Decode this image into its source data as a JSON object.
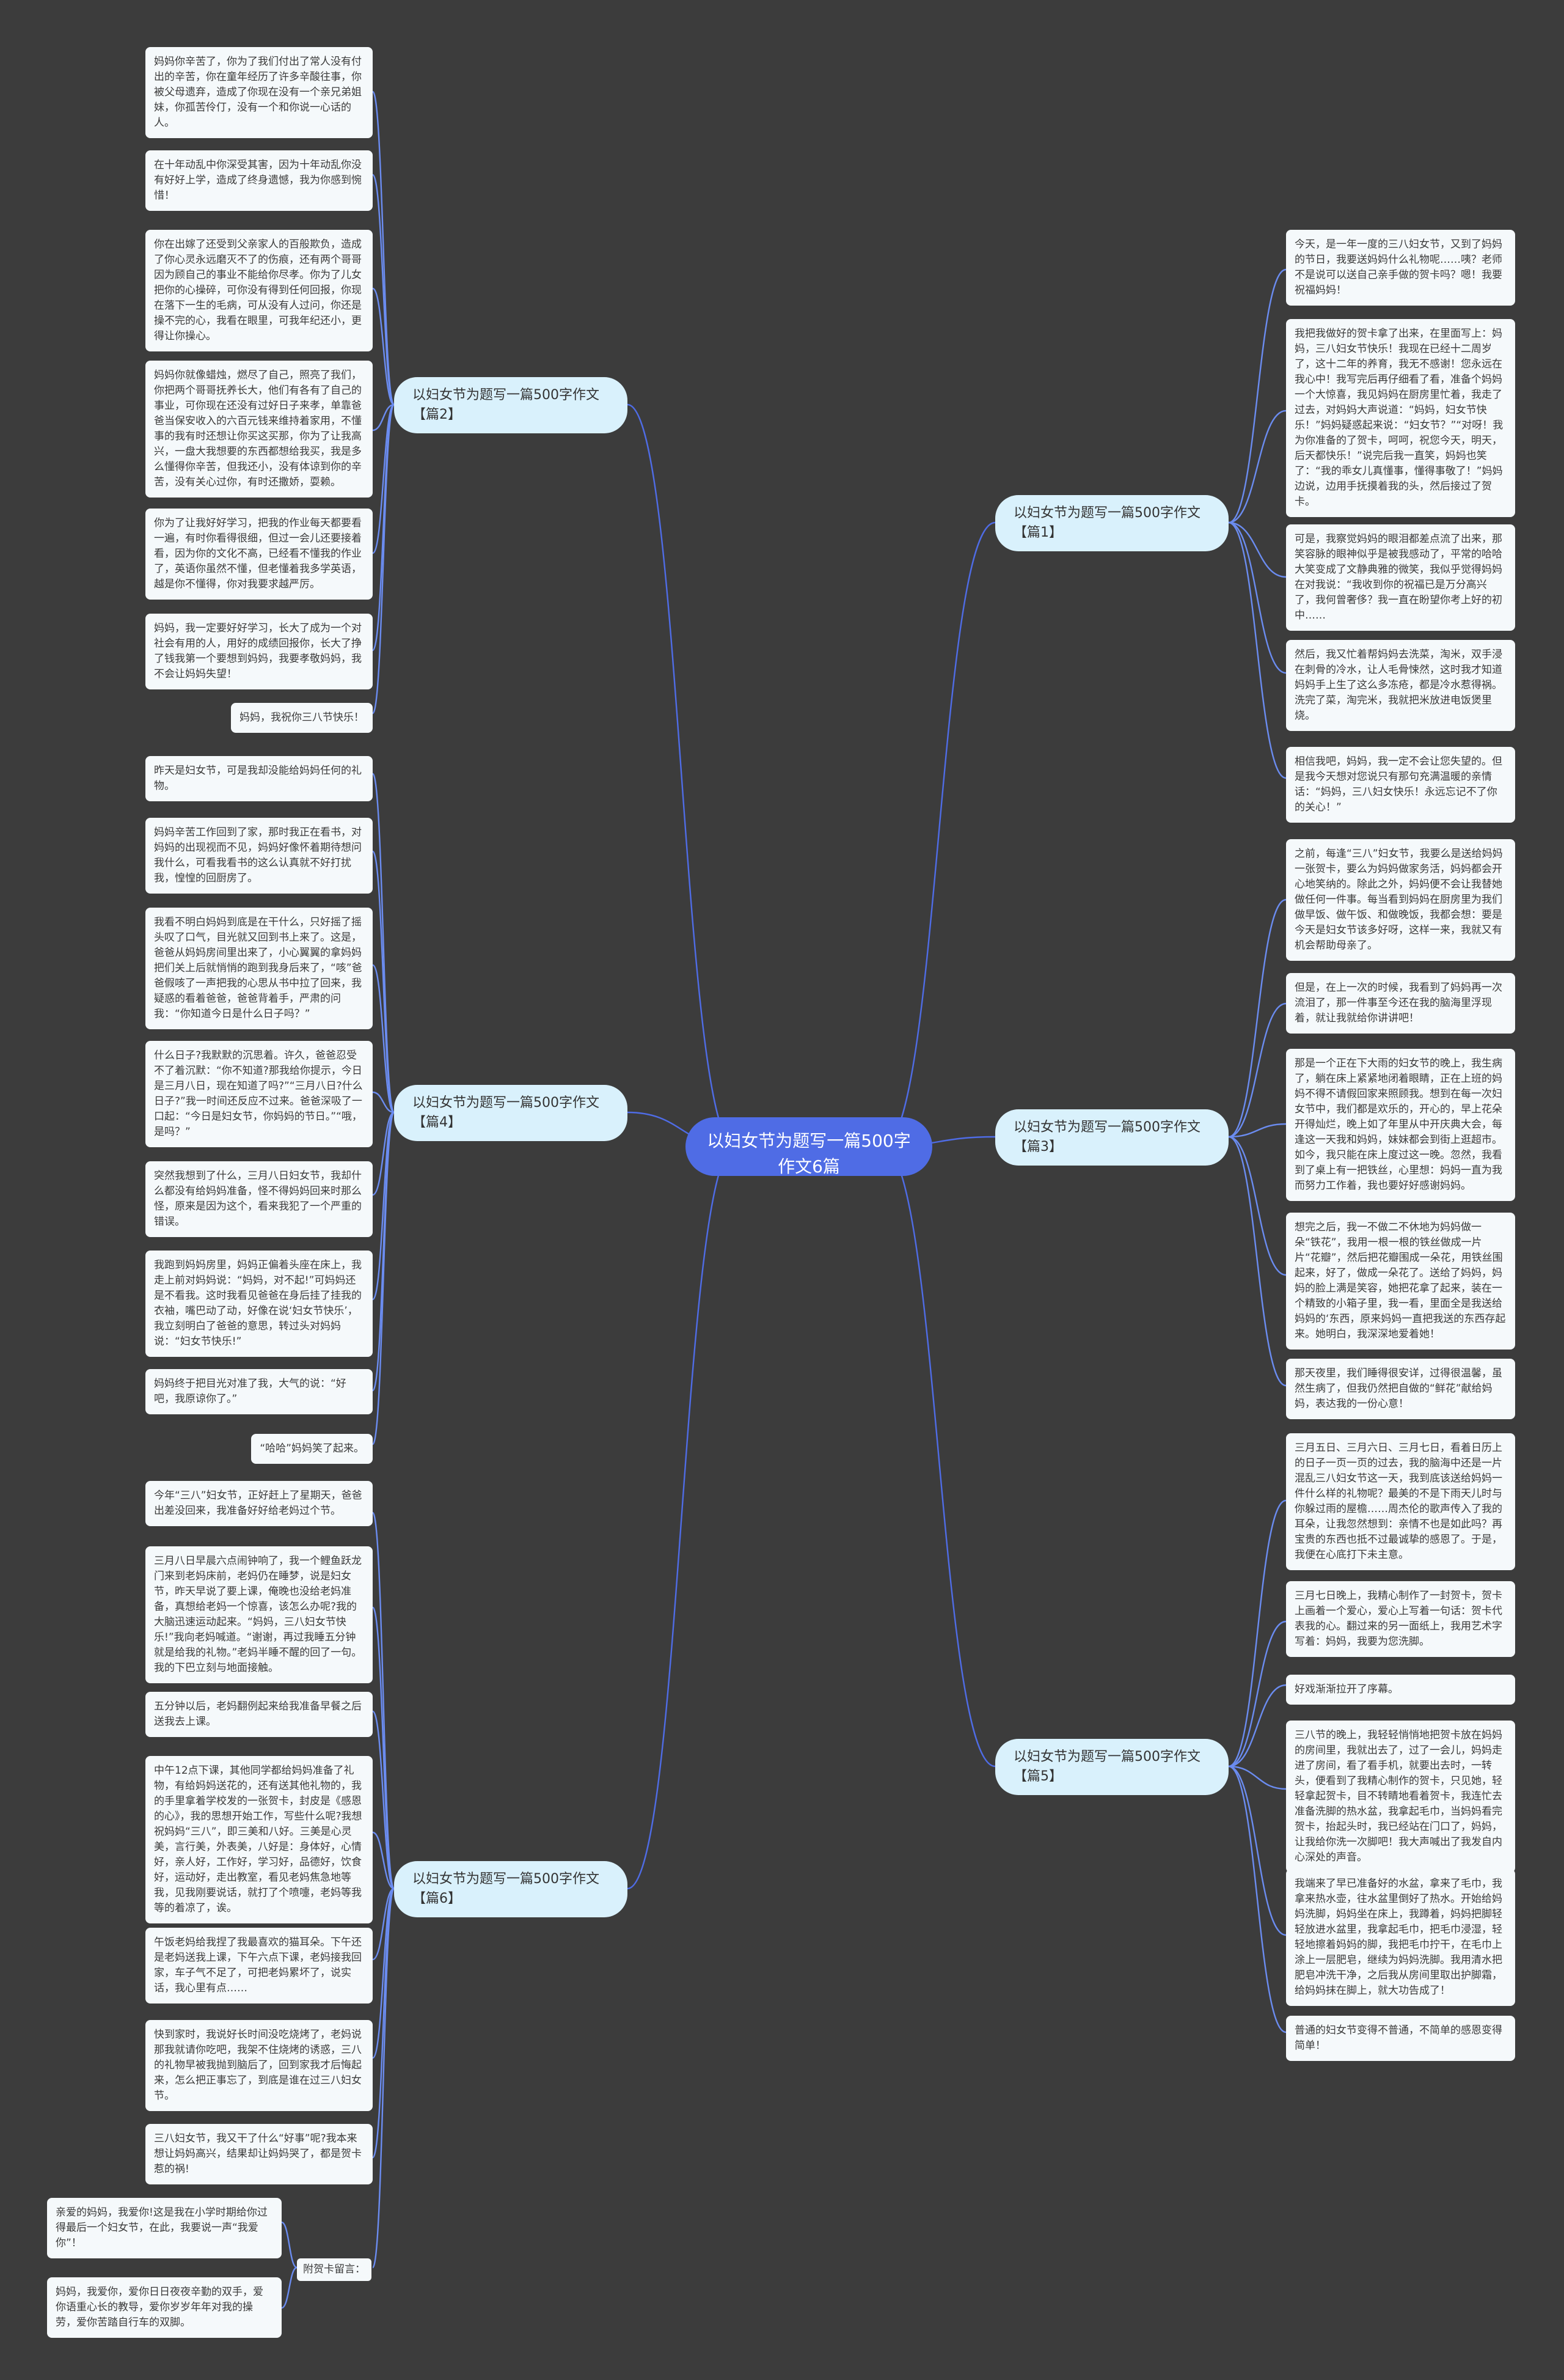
{
  "root": {
    "title": "以妇女节为题写一篇500字作文6篇"
  },
  "branches": [
    {
      "id": "b1",
      "label": "以妇女节为题写一篇500字作文【篇1】",
      "side": "right",
      "leaves": [
        "今天，是一年一度的三八妇女节，又到了妈妈的节日，我要送妈妈什么礼物呢……咦？老师不是说可以送自己亲手做的贺卡吗？嗯！我要祝福妈妈！",
        "我把我做好的贺卡拿了出来，在里面写上：妈妈，三八妇女节快乐！我现在已经十二周岁了，这十二年的养育，我无不感谢！您永远在我心中！我写完后再仔细看了看，准备个妈妈一个大惊喜，我见妈妈在厨房里忙着，我走了过去，对妈妈大声说道：“妈妈，妇女节快乐！”妈妈疑惑起来说：“妇女节？”“对呀！我为你准备的了贺卡，呵呵，祝您今天，明天，后天都快乐！”说完后我一直笑，妈妈也笑了：“我的乖女儿真懂事，懂得事敬了！”妈妈边说，边用手抚摸着我的头，然后接过了贺卡。",
        "可是，我察觉妈妈的眼泪都差点流了出来，那笑容脉的眼神似乎是被我感动了，平常的哈哈大笑变成了文静典雅的微笑，我似乎觉得妈妈在对我说：“我收到你的祝福已是万分高兴了，我何曾奢侈？我一直在盼望你考上好的初中……",
        "然后，我又忙着帮妈妈去洗菜，淘米，双手浸在刺骨的冷水，让人毛骨悚然，这时我才知道妈妈手上生了这么多冻疮，都是冷水惹得祸。洗完了菜，淘完米，我就把米放进电饭煲里烧。",
        "相信我吧，妈妈，我一定不会让您失望的。但是我今天想对您说只有那句充满温暖的亲情话：“妈妈，三八妇女快乐！永远忘记不了你的关心！”"
      ]
    },
    {
      "id": "b2",
      "label": "以妇女节为题写一篇500字作文【篇2】",
      "side": "left",
      "leaves": [
        "妈妈你辛苦了，你为了我们付出了常人没有付出的辛苦，你在童年经历了许多辛酸往事，你被父母遗弃，造成了你现在没有一个亲兄弟姐妹，你孤苦伶仃，没有一个和你说一心话的人。",
        "在十年动乱中你深受其害，因为十年动乱你没有好好上学，造成了终身遗憾，我为你感到惋惜！",
        "你在出嫁了还受到父亲家人的百般欺负，造成了你心灵永远磨灭不了的伤痕，还有两个哥哥因为顾自己的事业不能给你尽孝。你为了儿女把你的心操碎，可你没有得到任何回报，你现在落下一生的毛病，可从没有人过问，你还是操不完的心，我看在眼里，可我年纪还小，更得让你操心。",
        "妈妈你就像蜡烛，燃尽了自己，照亮了我们，你把两个哥哥抚养长大，他们有各有了自己的事业，可你现在还没有过好日子来孝，单靠爸爸当保安收入的六百元钱来维持着家用，不懂事的我有时还想让你买这买那，你为了让我高兴，一盘大我想要的东西都想给我买，我是多么懂得你辛苦，但我还小，没有体谅到你的辛苦，没有关心过你，有时还撒娇，耍赖。",
        "你为了让我好好学习，把我的作业每天都要看一遍，有时你看得很细，但过一会儿还要接着看，因为你的文化不高，已经看不懂我的作业了，英语你虽然不懂，但老懂着我多学英语，越是你不懂得，你对我要求越严厉。",
        "妈妈，我一定要好好学习，长大了成为一个对社会有用的人，用好的成绩回报你，长大了挣了钱我第一个要想到妈妈，我要孝敬妈妈，我不会让妈妈失望！",
        "妈妈，我祝你三八节快乐！"
      ]
    },
    {
      "id": "b3",
      "label": "以妇女节为题写一篇500字作文【篇3】",
      "side": "right",
      "leaves": [
        "之前，每逢“三八”妇女节，我要么是送给妈妈一张贺卡，要么为妈妈做家务活，妈妈都会开心地笑纳的。除此之外，妈妈便不会让我替她做任何一件事。每当看到妈妈在厨房里为我们做早饭、做午饭、和做晚饭，我都会想：要是今天是妇女节该多好呀，这样一来，我就又有机会帮助母亲了。",
        "但是，在上一次的时候，我看到了妈妈再一次流泪了，那一件事至今还在我的脑海里浮现着，就让我就给你讲讲吧！",
        "那是一个正在下大雨的妇女节的晚上，我生病了，躺在床上紧紧地闭着眼睛，正在上班的妈妈不得不请假回家来照顾我。想到在每一次妇女节中，我们都是欢乐的，开心的，早上花朵开得灿烂，晚上如了年里从中开庆典大会，每逢这一天我和妈妈，妹妹都会到街上逛超市。如今，我只能在床上度过这一晚。忽然，我看到了桌上有一把铁丝，心里想：妈妈一直为我而努力工作着，我也要好好感谢妈妈。",
        "想完之后，我一不做二不休地为妈妈做一朵“铁花”，我用一根一根的铁丝做成一片片“花瓣”，然后把花瓣围成一朵花，用铁丝围起来，好了，做成一朵花了。送给了妈妈，妈妈的脸上满是笑容，她把花拿了起来，装在一个精致的小箱子里，我一看，里面全是我送给妈妈的‘东西，原来妈妈一直把我送的东西存起来。她明白，我深深地爱着她！",
        "那天夜里，我们睡得很安详，过得很温馨，虽然生病了，但我仍然把自做的“鲜花”献给妈妈，表达我的一份心意！"
      ]
    },
    {
      "id": "b4",
      "label": "以妇女节为题写一篇500字作文【篇4】",
      "side": "left",
      "leaves": [
        "昨天是妇女节，可是我却没能给妈妈任何的礼物。",
        "妈妈辛苦工作回到了家，那时我正在看书，对妈妈的出现视而不见，妈妈好像怀着期待想问我什么，可看我看书的这么认真就不好打扰我，惶惶的回厨房了。",
        "我看不明白妈妈到底是在干什么，只好摇了摇头叹了口气，目光就又回到书上来了。这是，爸爸从妈妈房间里出来了，小心翼翼的拿妈妈把们关上后就悄悄的跑到我身后来了，“咳”爸爸假咳了一声把我的心思从书中拉了回来，我疑惑的看着爸爸，爸爸背着手，严肃的问我：“你知道今日是什么日子吗？”",
        "什么日子?我默默的沉思着。许久，爸爸忍受不了着沉默：“你不知道?那我给你提示，今日是三月八日，现在知道了吗?”“三月八日?什么日子?”我一时间还反应不过来。爸爸深吸了一口起：“今日是妇女节，你妈妈的节日。”“哦，是吗？”",
        "突然我想到了什么，三月八日妇女节，我却什么都没有给妈妈准备，怪不得妈妈回来时那么怪，原来是因为这个，看来我犯了一个严重的错误。",
        "我跑到妈妈房里，妈妈正偏着头座在床上，我走上前对妈妈说：“妈妈，对不起!”可妈妈还是不看我。这时我看见爸爸在身后挂了挂我的衣袖，嘴巴动了动，好像在说‘妇女节快乐’，我立刻明白了爸爸的意思，转过头对妈妈说：“妇女节快乐!”",
        "妈妈终于把目光对准了我，大气的说：“好吧，我原谅你了。”",
        "“哈哈”妈妈笑了起来。"
      ]
    },
    {
      "id": "b5",
      "label": "以妇女节为题写一篇500字作文【篇5】",
      "side": "right",
      "leaves": [
        "三月五日、三月六日、三月七日，看着日历上的日子一页一页的过去，我的脑海中还是一片混乱三八妇女节这一天，我到底该送给妈妈一件什么样的礼物呢？最美的不是下雨天儿时与你躲过雨的屋檐……周杰伦的歌声传入了我的耳朵，让我忽然想到：亲情不也是如此吗？再宝贵的东西也抵不过最诚挚的感恩了。于是，我便在心底打下未主意。",
        "三月七日晚上，我精心制作了一封贺卡，贺卡上画着一个爱心，爱心上写着一句话：贺卡代表我的心。翻过来的另一面纸上，我用艺术字写着：妈妈，我要为您洗脚。",
        "好戏渐渐拉开了序幕。",
        "三八节的晚上，我轻轻悄悄地把贺卡放在妈妈的房间里，我就出去了，过了一会儿，妈妈走进了房间，看了看手机，就要出去时，一转头，便看到了我精心制作的贺卡，只见她，轻轻拿起贺卡，目不转睛地看着贺卡，我连忙去准备洗脚的热水盆，我拿起毛巾，当妈妈看完贺卡，抬起头时，我已经站在门口了，妈妈，让我给你洗一次脚吧！我大声喊出了我发自内心深处的声音。",
        "我端来了早已准备好的水盆，拿来了毛巾，我拿来热水壶，往水盆里倒好了热水。开始给妈妈洗脚，妈妈坐在床上，我蹲着，妈妈把脚轻轻放进水盆里，我拿起毛巾，把毛巾浸湿，轻轻地擦着妈妈的脚，我把毛巾拧干，在毛巾上涂上一层肥皂，继续为妈妈洗脚。我用清水把肥皂冲洗干净，之后我从房间里取出护脚霜，给妈妈抹在脚上，就大功告成了！",
        "普通的妇女节变得不普通，不简单的感恩变得简单！"
      ]
    },
    {
      "id": "b6",
      "label": "以妇女节为题写一篇500字作文【篇6】",
      "side": "left",
      "leaves": [
        "今年“三八”妇女节，正好赶上了星期天，爸爸出差没回来，我准备好好给老妈过个节。",
        "三月八日早晨六点闹钟响了，我一个鲤鱼跃龙门来到老妈床前，老妈仍在睡梦，说是妇女节，昨天早说了要上课，俺晚也没给老妈准备，真想给老妈一个惊喜，该怎么办呢?我的大脑迅速运动起来。“妈妈，三八妇女节快乐!”我向老妈喊道。“谢谢，再过我睡五分钟就是给我的礼物。”老妈半睡不醒的回了一句。我的下巴立刻与地面接触。",
        "五分钟以后，老妈翻例起来给我准备早餐之后送我去上课。",
        "中午12点下课，其他同学都给妈妈准备了礼物，有给妈妈送花的，还有送其他礼物的，我的手里拿着学校发的一张贺卡，封皮是《感恩的心》，我的思想开始工作，写些什么呢?我想祝妈妈“三八”，即三美和八好。三美是心灵美，言行美，外表美，八好是：身体好，心情好，亲人好，工作好，学习好，品德好，饮食好，运动好，走出教室，看见老妈焦急地等我，见我刚要说话，就打了个喷嚏，老妈等我等的着凉了，诶。",
        "午饭老妈给我捏了我最喜欢的猫耳朵。下午还是老妈送我上课，下午六点下课，老妈接我回家，车子气不足了，可把老妈累坏了，说实话，我心里有点……",
        "快到家时，我说好长时间没吃烧烤了，老妈说那我就请你吃吧，我架不住烧烤的诱惑，三八的礼物早被我抛到脑后了，回到家我才后悔起来，怎么把正事忘了，到底是谁在过三八妇女节。",
        "三八妇女节，我又干了什么“好事”呢?我本来想让妈妈高兴，结果却让妈妈哭了，都是贺卡惹的祸!"
      ]
    }
  ],
  "extra": {
    "label": "附贺卡留言：",
    "leaves": [
      "亲爱的妈妈，我爱你!这是我在小学时期给你过得最后一个妇女节，在此，我要说一声“我爱你”！",
      "妈妈，我爱你，爱你日日夜夜辛勤的双手，爱你语重心长的教导，爱你岁岁年年对我的操劳，爱你苦踏自行车的双脚。"
    ]
  }
}
